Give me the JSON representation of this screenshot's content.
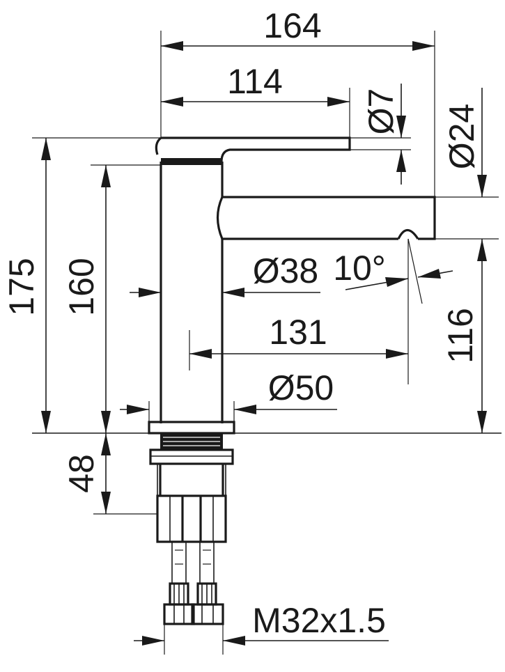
{
  "drawing": {
    "subject": "basin-mixer-tap",
    "dimensions": {
      "overall_length": "164",
      "lever_length": "114",
      "lever_diameter": "Ø7",
      "spout_diameter": "Ø24",
      "overall_height": "175",
      "body_height": "160",
      "body_diameter": "Ø38",
      "spout_angle": "10°",
      "spout_reach": "131",
      "spout_height": "116",
      "base_diameter": "Ø50",
      "shank_length": "48",
      "connection_thread": "M32x1.5"
    }
  }
}
